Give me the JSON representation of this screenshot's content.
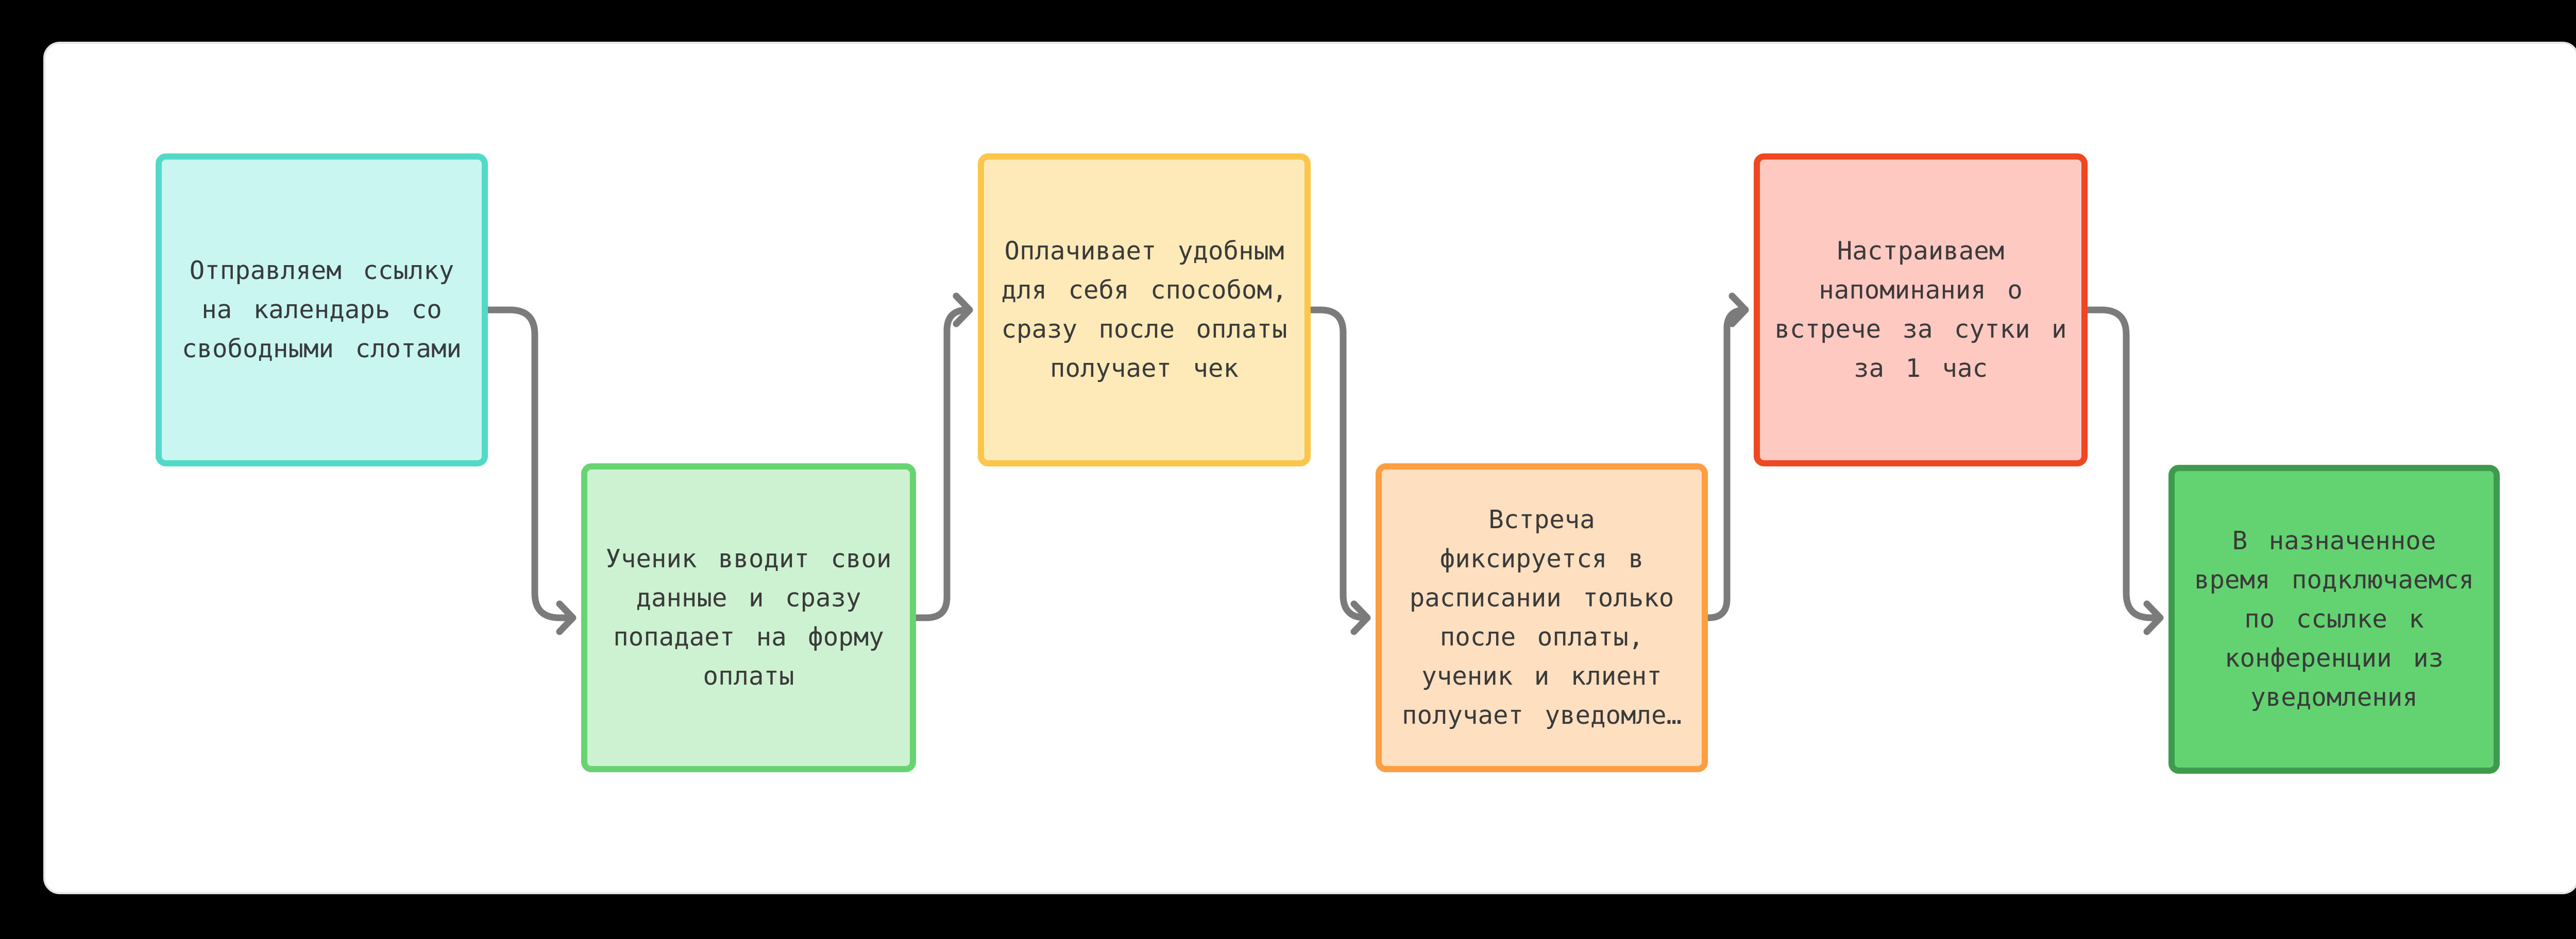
{
  "canvas": {
    "frame_background": "#000000",
    "surface_background": "#ffffff",
    "surface_edge": "#e5e5e5",
    "text_color": "#3a3a3a"
  },
  "connectors": {
    "color": "#7b7b7b"
  },
  "cards": [
    {
      "id": "send-link",
      "text": "Отправляем ссылку\nна календарь со\nсвободными слотами",
      "fill": "#c8f6f0",
      "border": "#53d9c8"
    },
    {
      "id": "student-enters-data",
      "text": "Ученик вводит свои\nданные и сразу\nпопадает на форму\nоплаты",
      "fill": "#cdf2d1",
      "border": "#67d371"
    },
    {
      "id": "payment",
      "text": "Оплачивает удобным\nдля себя способом,\nсразу после оплаты\nполучает чек",
      "fill": "#fee9b9",
      "border": "#fcc64b"
    },
    {
      "id": "meeting-scheduled",
      "text": "Встреча\nфиксируется в\nрасписании только\nпосле оплаты,\nученик и клиент\nполучает уведомле…",
      "fill": "#fee0c1",
      "border": "#fc9e41"
    },
    {
      "id": "reminders",
      "text": "Настраиваем\nнапоминания о\nвстрече за сутки и\nза 1 час",
      "fill": "#fec9c1",
      "border": "#ef4722"
    },
    {
      "id": "join-meeting",
      "text": "В назначенное\nвремя подключаемся\nпо ссылке к\nконференции из\nуведомления",
      "fill": "#63d271",
      "border": "#3e9a4d"
    }
  ]
}
